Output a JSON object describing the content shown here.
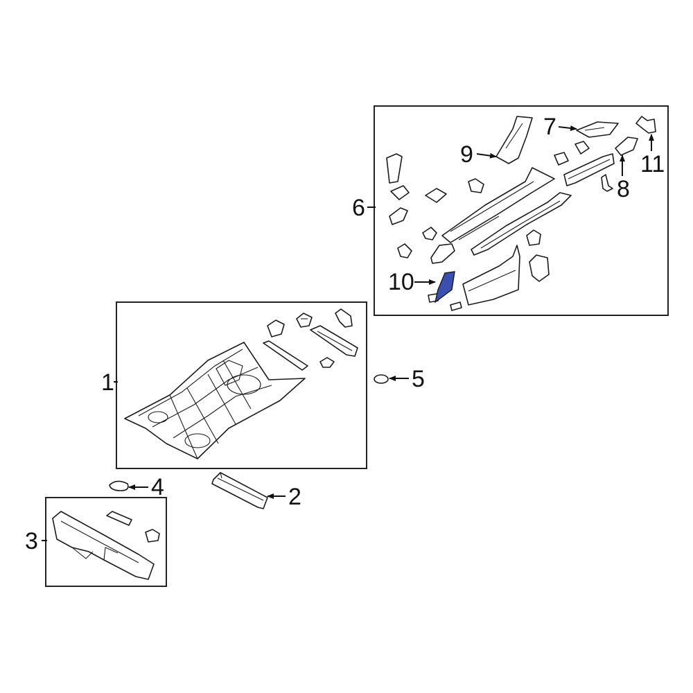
{
  "callouts": {
    "c1": "1",
    "c2": "2",
    "c3": "3",
    "c4": "4",
    "c5": "5",
    "c6": "6",
    "c7": "7",
    "c8": "8",
    "c9": "9",
    "c10": "10",
    "c11": "11"
  },
  "colors": {
    "highlight": "#3a4fb0",
    "line": "#1a1a1a",
    "background": "#ffffff"
  }
}
